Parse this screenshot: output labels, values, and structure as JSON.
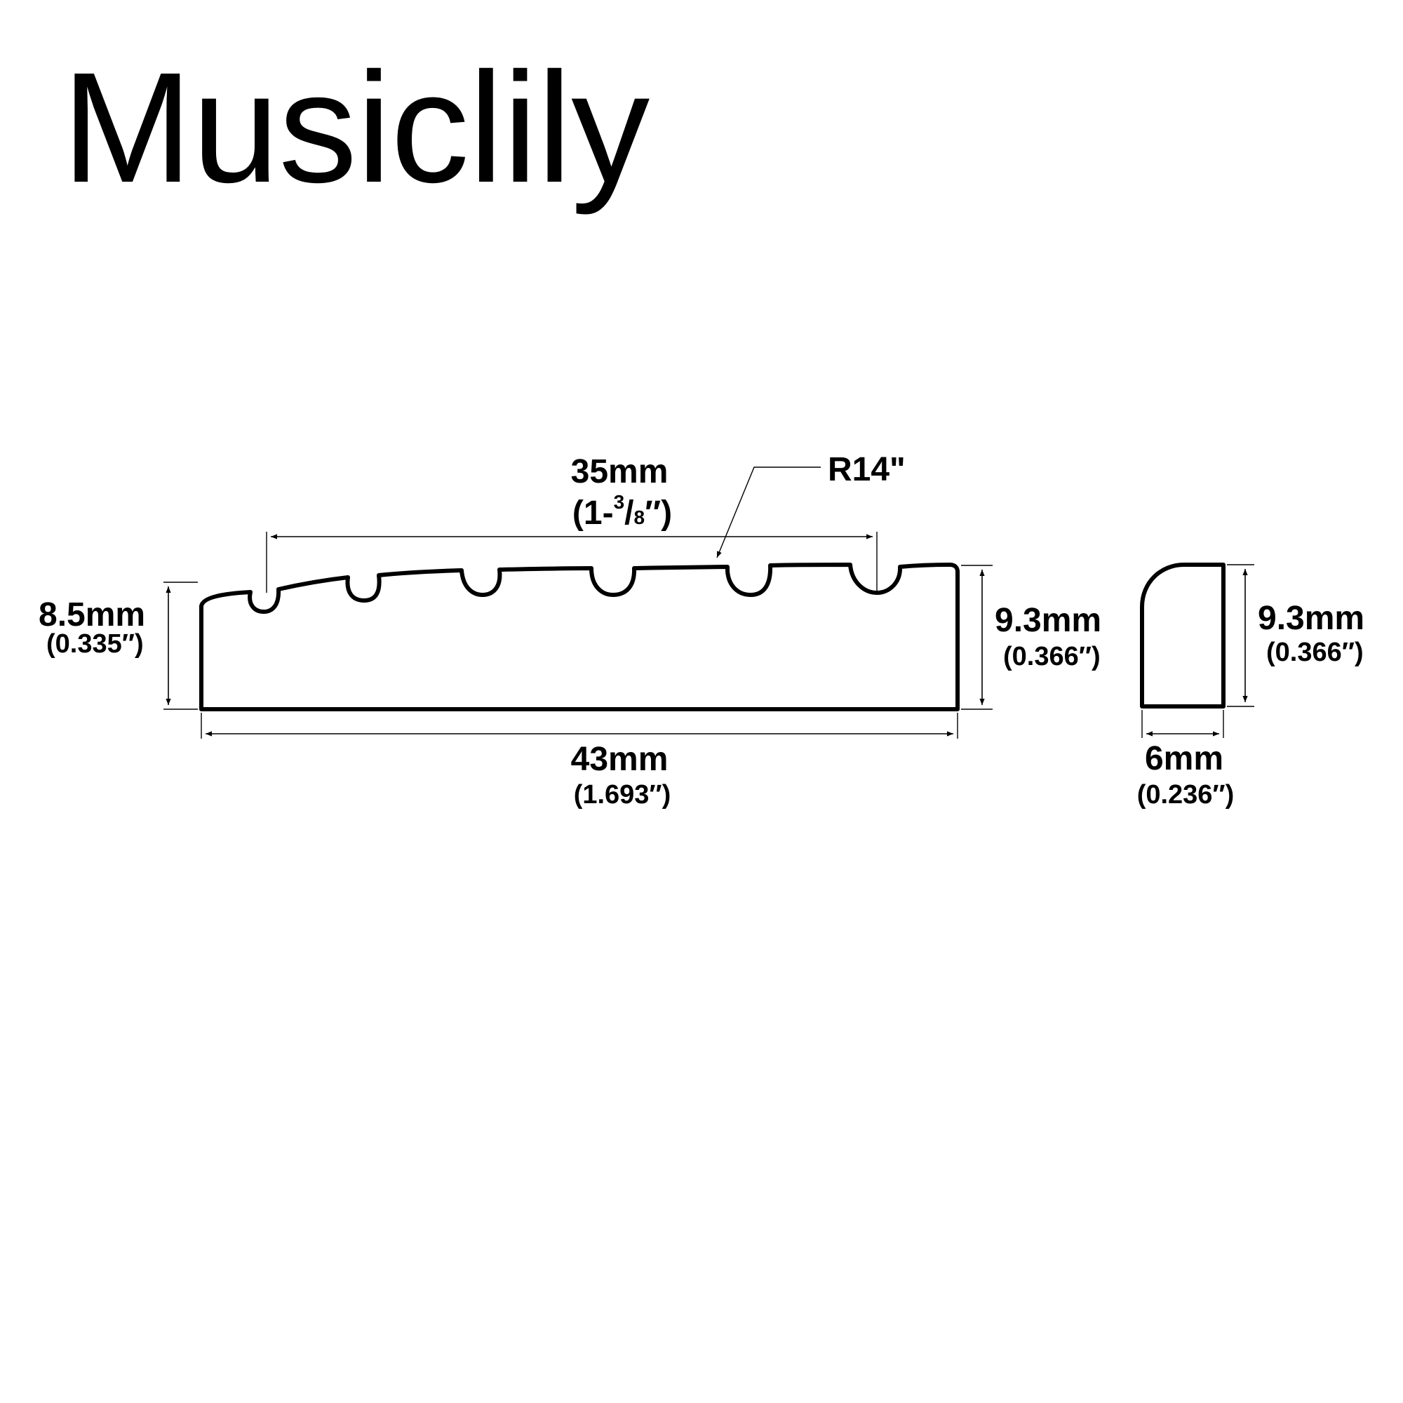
{
  "brand": "Musiclily",
  "front_view": {
    "width_total": {
      "mm": "43mm",
      "inch": "(1.693″)"
    },
    "string_spread": {
      "mm": "35mm",
      "inch_prefix": "(1-",
      "inch_num": "3",
      "inch_slash": "/",
      "inch_den": "8",
      "inch_suffix": "″)"
    },
    "radius": "R14\"",
    "height_left": {
      "mm": "8.5mm",
      "inch": "(0.335″)"
    },
    "height_right": {
      "mm": "9.3mm",
      "inch": "(0.366″)"
    }
  },
  "side_view": {
    "height": {
      "mm": "9.3mm",
      "inch": "(0.366″)"
    },
    "thickness": {
      "mm": "6mm",
      "inch": "(0.236″)"
    }
  }
}
